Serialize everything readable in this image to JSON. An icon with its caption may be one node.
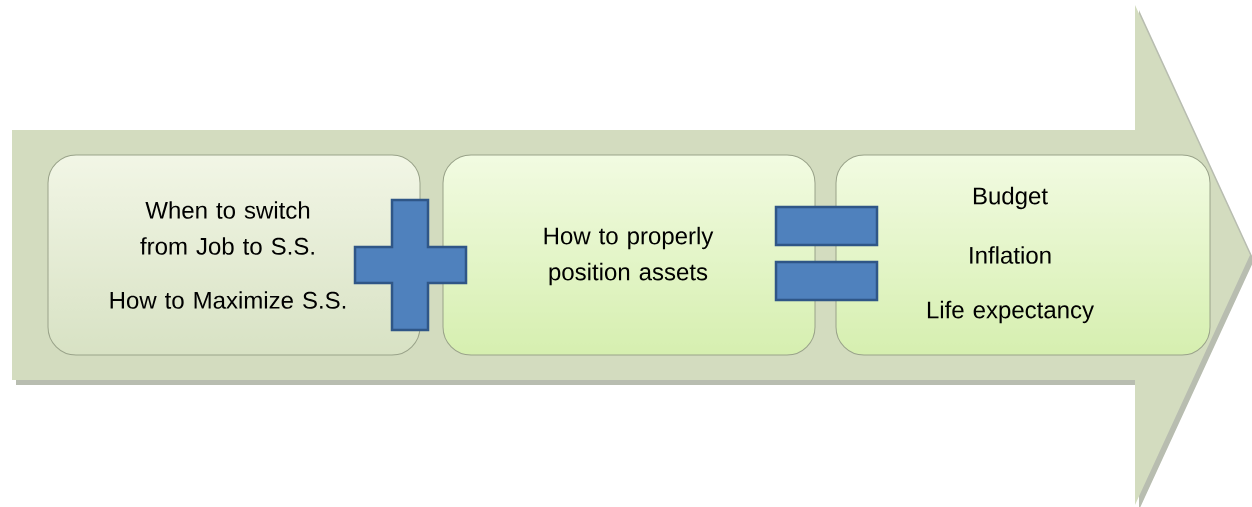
{
  "diagram": {
    "nodes": [
      {
        "text": [],
        "shape": "arrow"
      },
      {
        "text": [
          "When to switch from Job to S.S.",
          "How to Maximize S.S."
        ],
        "in": 0
      },
      {
        "text": [],
        "shape": "plus",
        "in": 0
      },
      {
        "text": [
          "How to properly position assets"
        ],
        "in": 0
      },
      {
        "text": [],
        "shape": "equals",
        "in": 0
      },
      {
        "text": [
          "Budget",
          "Inflation",
          "Life expectancy"
        ],
        "in": 0
      }
    ]
  }
}
